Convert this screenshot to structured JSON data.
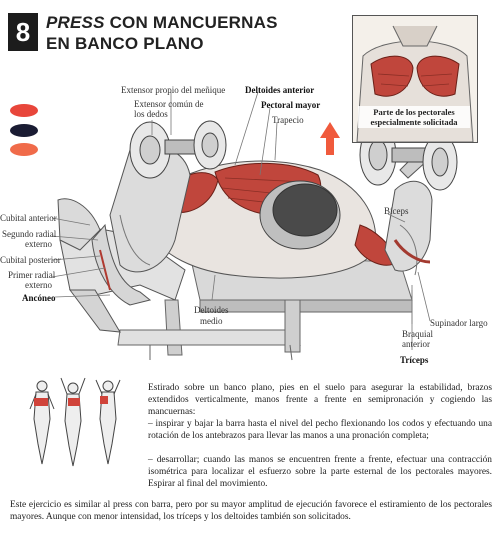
{
  "header": {
    "number": "8",
    "title_line1_italic": "PRESS",
    "title_line1_rest": " CON MANCUERNAS",
    "title_line2": "EN BANCO PLANO"
  },
  "colors": {
    "dot1": "#e8463b",
    "dot2": "#1a1c33",
    "dot3": "#f06b4a",
    "muscle": "#c0463c",
    "arrow": "#f05a3c"
  },
  "labels": {
    "extensor_menique": "Extensor propio del meñique",
    "extensor_comun": "Extensor común de",
    "extensor_comun_2": "los dedos",
    "deltoides_anterior": "Deltoides anterior",
    "pectoral_mayor": "Pectoral mayor",
    "trapecio": "Trapecio",
    "cubital_anterior": "Cubital anterior",
    "segundo_radial": "Segundo radial",
    "segundo_radial_2": "externo",
    "cubital_posterior": "Cubital posterior",
    "primer_radial": "Primer radial",
    "primer_radial_2": "externo",
    "anconeo": "Ancóneo",
    "biceps": "Bíceps",
    "deltoides_medio": "Deltoides",
    "deltoides_medio_2": "medio",
    "supinador_largo": "Supinador largo",
    "braquial_anterior": "Braquial",
    "braquial_anterior_2": "anterior",
    "triceps": "Tríceps"
  },
  "inset": {
    "caption_1": "Parte de los pectorales",
    "caption_2": "especialmente solicitada"
  },
  "body": {
    "p1": "Estirado sobre un banco plano, pies en el suelo para asegurar la estabilidad, brazos extendidos verticalmente, manos frente a frente en semipronación y cogiendo las mancuernas:",
    "p2": "– inspirar y bajar la barra hasta el nivel del pecho flexionando los codos y efectuando una rotación de los antebrazos para llevar las manos a una pronación completa;",
    "p3": "– desarrollar; cuando las manos se encuentren frente a frente, efectuar una contracción isométrica para localizar el esfuerzo sobre la parte esternal de los pectorales mayores. Espirar al final del movimiento.",
    "p4": "Este ejercicio es similar al press con barra, pero por su mayor amplitud de ejecución favorece el estiramiento de los pectorales mayores. Aunque con menor intensidad, los tríceps y los deltoides también son solicitados."
  }
}
